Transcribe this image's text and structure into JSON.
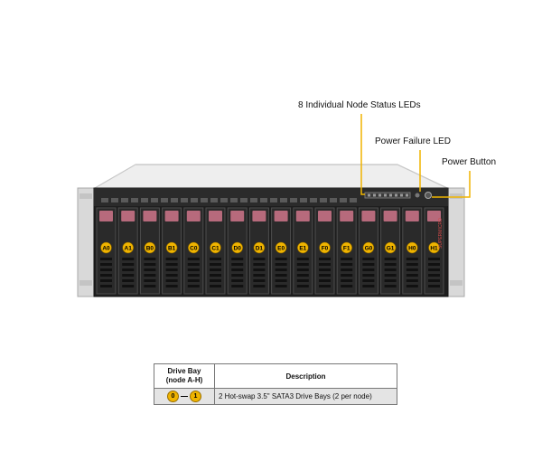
{
  "callouts": {
    "node_status_leds": "8 Individual  Node Status  LEDs",
    "power_failure_led": "Power Failure LED",
    "power_button": "Power Button"
  },
  "colors": {
    "callout_line": "#f0b400",
    "drive_badge": "#f0b400",
    "drive_handle": "#b76a7c",
    "chassis_dark": "#1e1e1e",
    "rack_ear": "#d9d9d9"
  },
  "drive_bays": [
    "A0",
    "A1",
    "B0",
    "B1",
    "C0",
    "C1",
    "D0",
    "D1",
    "E0",
    "E1",
    "F0",
    "F1",
    "G0",
    "G1",
    "H0",
    "H1"
  ],
  "brand_label": "SUPERMICRO",
  "legend": {
    "header_bay": "Drive Bay",
    "header_bay_sub": "(node A-H)",
    "header_desc": "Description",
    "row_badge_start": "0",
    "row_badge_end": "1",
    "row_desc": "2 Hot-swap  3.5\" SATA3  Drive  Bays  (2 per node)"
  }
}
